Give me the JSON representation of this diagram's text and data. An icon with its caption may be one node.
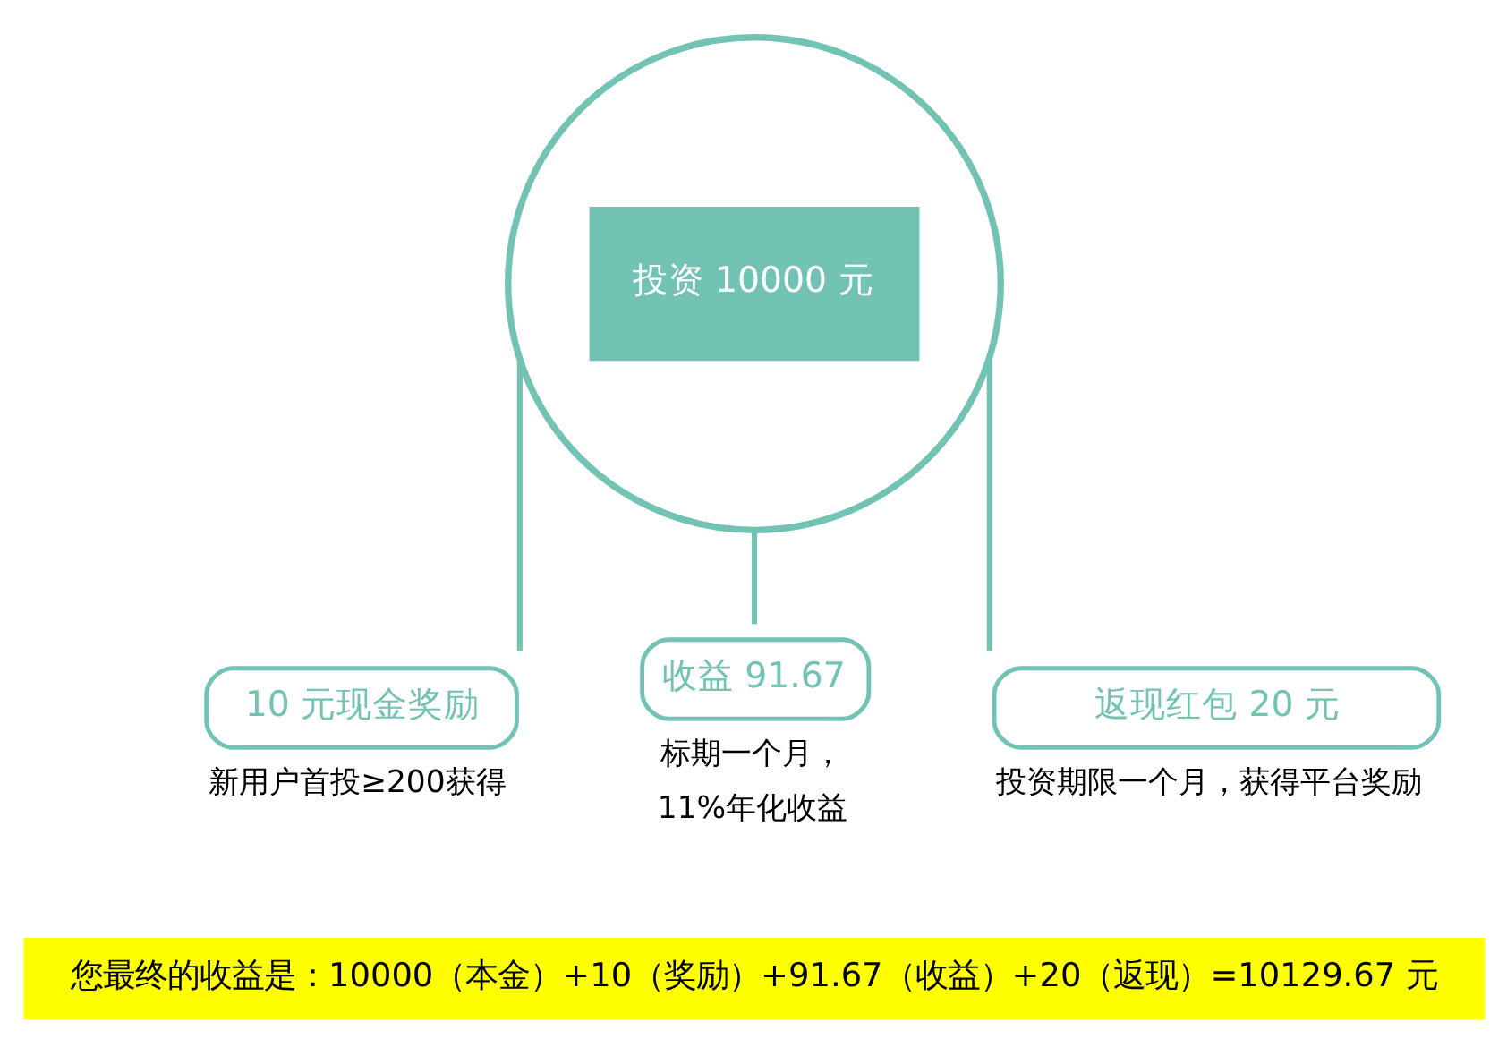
{
  "diagram": {
    "nodes": [
      {
        "text": [
          "投资 10000 元"
        ]
      },
      {
        "text": [
          "10 元现金奖励"
        ],
        "beside": [
          "新用户首投≥200获得"
        ]
      },
      {
        "text": [
          "收益 91.67"
        ],
        "beside": [
          "标期一个月，",
          "11%年化收益"
        ]
      },
      {
        "text": [
          "返现红包 20 元"
        ],
        "beside": [
          "投资期限一个月，获得平台奖励"
        ]
      }
    ],
    "edges": [
      {
        "from": 0,
        "to": 1,
        "arrow": "none"
      },
      {
        "from": 0,
        "to": 2,
        "arrow": "none"
      },
      {
        "from": 0,
        "to": 3,
        "arrow": "none"
      }
    ],
    "labels": [
      "您最终的收益是：10000（本金）+10（奖励）+91.67（收益）+20（返现）=10129.67 元"
    ]
  }
}
